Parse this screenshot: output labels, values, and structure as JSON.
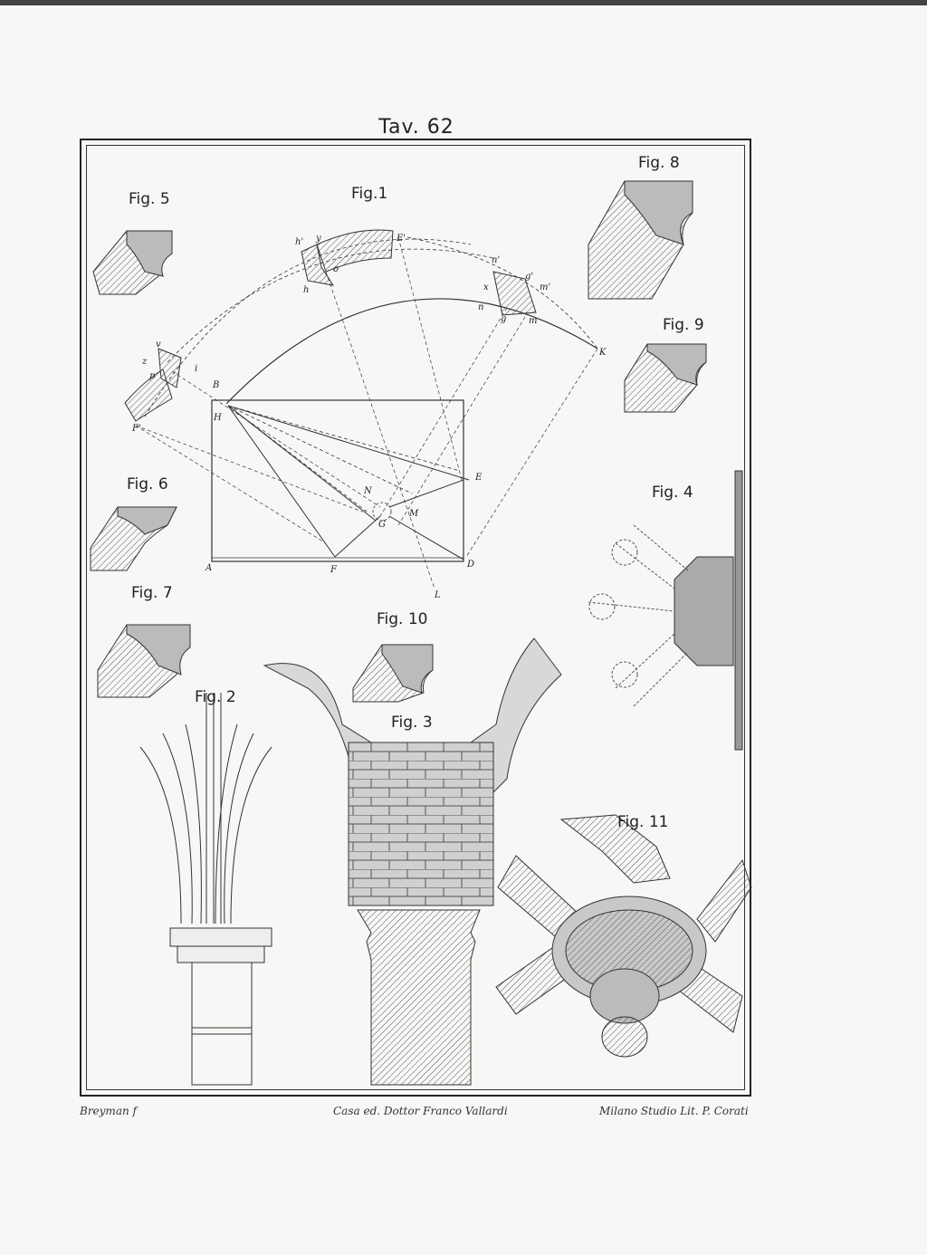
{
  "plate": {
    "title": "Tav. 62"
  },
  "figures": {
    "fig1": "Fig.1",
    "fig2": "Fig. 2",
    "fig3": "Fig. 3",
    "fig4": "Fig. 4",
    "fig5": "Fig. 5",
    "fig6": "Fig. 6",
    "fig7": "Fig. 7",
    "fig8": "Fig. 8",
    "fig9": "Fig. 9",
    "fig10": "Fig. 10",
    "fig11": "Fig. 11"
  },
  "fig1_points": {
    "A": "A",
    "B": "B",
    "D": "D",
    "E": "E",
    "F": "F",
    "H": "H",
    "K": "K",
    "L": "L",
    "M": "M",
    "N": "N",
    "G": "G",
    "h": "h",
    "o": "o",
    "y": "y",
    "E_prime": "E'",
    "h_prime": "h'",
    "n_prime": "n'",
    "x": "x",
    "g_prime": "g'",
    "m_prime": "m'",
    "n": "n",
    "g": "g",
    "m": "m",
    "v": "v",
    "z": "z",
    "p": "p",
    "i": "i",
    "F_prime": "F'"
  },
  "credits": {
    "left": "Breyman f",
    "center": "Casa ed. Dottor Franco Vallardi",
    "right": "Milano Studio Lit. P. Corati"
  }
}
